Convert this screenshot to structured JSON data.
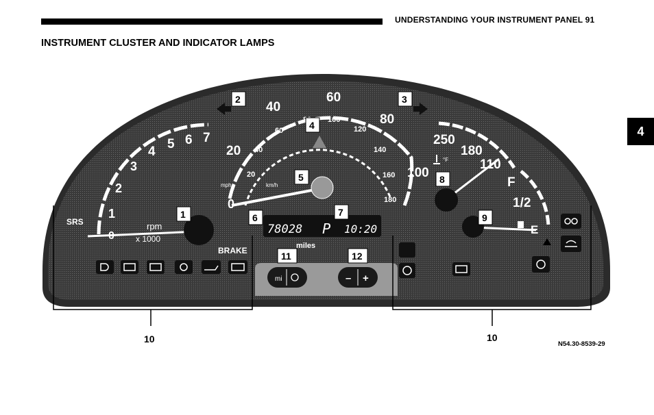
{
  "page": {
    "header": "UNDERSTANDING YOUR INSTRUMENT PANEL  91",
    "section_title": "INSTRUMENT CLUSTER AND INDICATOR LAMPS",
    "chapter_tab": "4",
    "figure_code": "N54.30-8539-29"
  },
  "tachometer": {
    "numbers": [
      "0",
      "1",
      "2",
      "3",
      "4",
      "5",
      "6",
      "7"
    ],
    "unit_1": "rpm",
    "unit_2": "x 1000"
  },
  "speedometer": {
    "mph_numbers": [
      "0",
      "20",
      "40",
      "60",
      "80",
      "100"
    ],
    "kmh_numbers": [
      "20",
      "40",
      "60",
      "80",
      "100",
      "120",
      "140",
      "160",
      "180"
    ],
    "mph_unit": "mph",
    "kmh_unit": "km/h"
  },
  "temperature": {
    "numbers": [
      "250",
      "180",
      "110"
    ],
    "unit": "°F"
  },
  "fuel": {
    "labels": [
      "F",
      "1/2",
      "E"
    ]
  },
  "display": {
    "odometer": "78028",
    "gear": "P",
    "clock": "10:20",
    "unit": "miles"
  },
  "lamps": {
    "srs": "SRS",
    "brake": "BRAKE"
  },
  "buttons": {
    "mi": "mi",
    "minus": "–",
    "plus": "+"
  },
  "callouts": [
    "1",
    "2",
    "3",
    "4",
    "5",
    "6",
    "7",
    "8",
    "9",
    "10",
    "11",
    "12"
  ],
  "icons": [
    "turn-left-icon",
    "turn-right-icon",
    "warning-triangle-icon",
    "headlight-icon",
    "battery-icon",
    "door-icon",
    "brake-pads-icon",
    "oil-icon",
    "engine-lamp-icon",
    "seatbelt-icon",
    "clock-icon",
    "abs-icon",
    "check-engine-icon",
    "tire-icon",
    "fog-light-icon",
    "washer-icon",
    "fuel-pump-icon",
    "coolant-icon"
  ]
}
